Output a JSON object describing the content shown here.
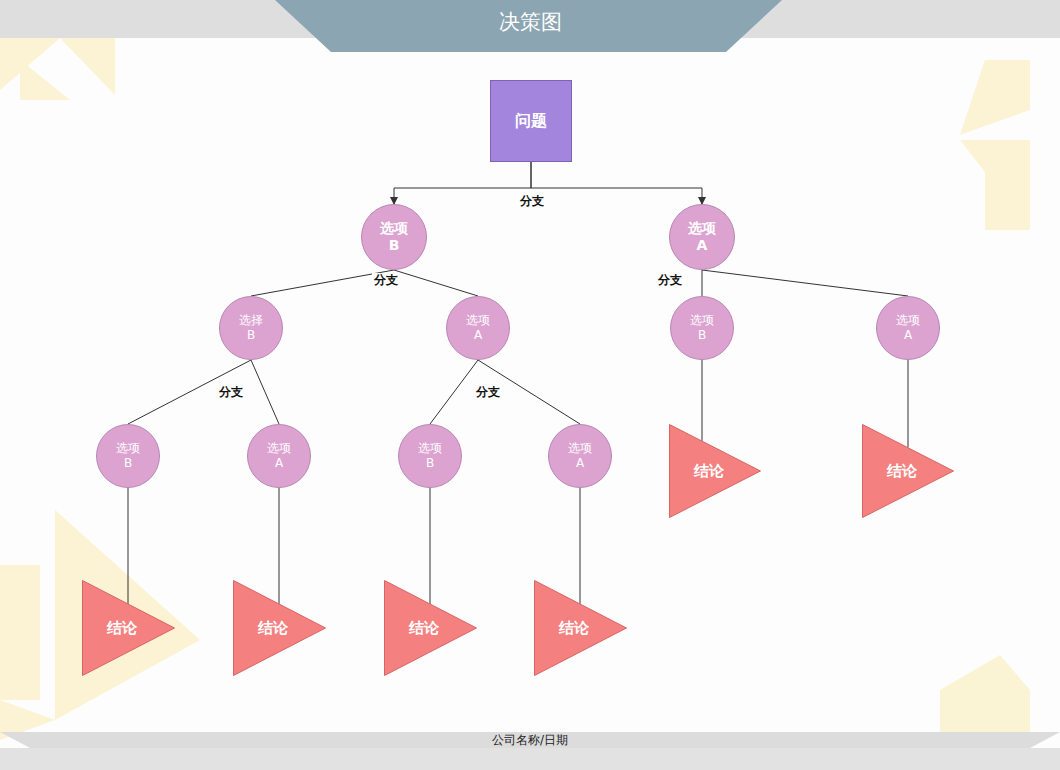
{
  "diagram": {
    "title": "决策图",
    "nodes": [
      {
        "text": [
          "问题"
        ]
      },
      {
        "text": [
          "选项 B"
        ]
      },
      {
        "text": [
          "选项 A"
        ]
      },
      {
        "text": [
          "选择 B"
        ]
      },
      {
        "text": [
          "选项 A"
        ]
      },
      {
        "text": [
          "选项 B"
        ]
      },
      {
        "text": [
          "选项 A"
        ]
      },
      {
        "text": [
          "选项 B"
        ]
      },
      {
        "text": [
          "选项 A"
        ]
      },
      {
        "text": [
          "选项 B"
        ]
      },
      {
        "text": [
          "选项 A"
        ]
      },
      {
        "text": [
          "结论"
        ]
      },
      {
        "text": [
          "结论"
        ]
      },
      {
        "text": [
          "结论"
        ]
      },
      {
        "text": [
          "结论"
        ]
      },
      {
        "text": [
          "结论"
        ]
      },
      {
        "text": [
          "结论"
        ]
      }
    ],
    "edges": [
      {
        "from": 0,
        "to": 1,
        "arrow": "to"
      },
      {
        "from": 0,
        "to": 2,
        "arrow": "to"
      },
      {
        "from": 1,
        "to": 3,
        "arrow": "none"
      },
      {
        "from": 1,
        "to": 4,
        "arrow": "none"
      },
      {
        "from": 2,
        "to": 5,
        "arrow": "none"
      },
      {
        "from": 2,
        "to": 6,
        "arrow": "none"
      },
      {
        "from": 3,
        "to": 7,
        "arrow": "none"
      },
      {
        "from": 3,
        "to": 8,
        "arrow": "none"
      },
      {
        "from": 4,
        "to": 9,
        "arrow": "none"
      },
      {
        "from": 4,
        "to": 10,
        "arrow": "none"
      },
      {
        "from": 5,
        "to": 11,
        "arrow": "none"
      },
      {
        "from": 6,
        "to": 12,
        "arrow": "none"
      },
      {
        "from": 7,
        "to": 13,
        "arrow": "none"
      },
      {
        "from": 8,
        "to": 14,
        "arrow": "none"
      },
      {
        "from": 9,
        "to": 15,
        "arrow": "none"
      },
      {
        "from": 10,
        "to": 16,
        "arrow": "none"
      }
    ],
    "labels": [
      "分支",
      "分支",
      "分支",
      "分支",
      "分支",
      "公司名称/日期"
    ]
  }
}
